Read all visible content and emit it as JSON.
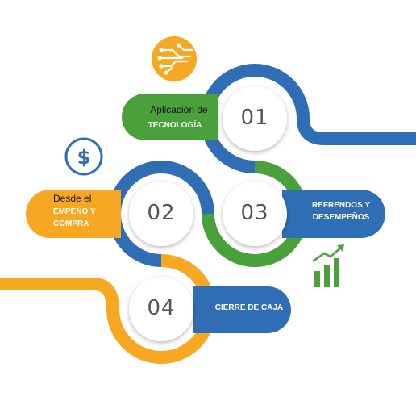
{
  "colors": {
    "blue": "#2f6db5",
    "green": "#4aa03a",
    "orange": "#f7a823",
    "circle_fill": "#ffffff",
    "number_text": "#555555"
  },
  "steps": [
    {
      "number": "01",
      "line1": "Aplicación de",
      "line2": "TECNOLOGÍA",
      "color": "green"
    },
    {
      "number": "02",
      "line1": "Desde el",
      "line2": "EMPEÑO Y",
      "line3": "COMPRA",
      "color": "orange"
    },
    {
      "number": "03",
      "line1": "REFRENDOS Y",
      "line2": "DESEMPEÑOS",
      "color": "blue"
    },
    {
      "number": "04",
      "line1": "CIERRE DE CAJA",
      "color": "blue"
    }
  ],
  "icons": {
    "top": "circuit-icon",
    "left": "dollar-icon",
    "right": "growth-chart-icon"
  }
}
